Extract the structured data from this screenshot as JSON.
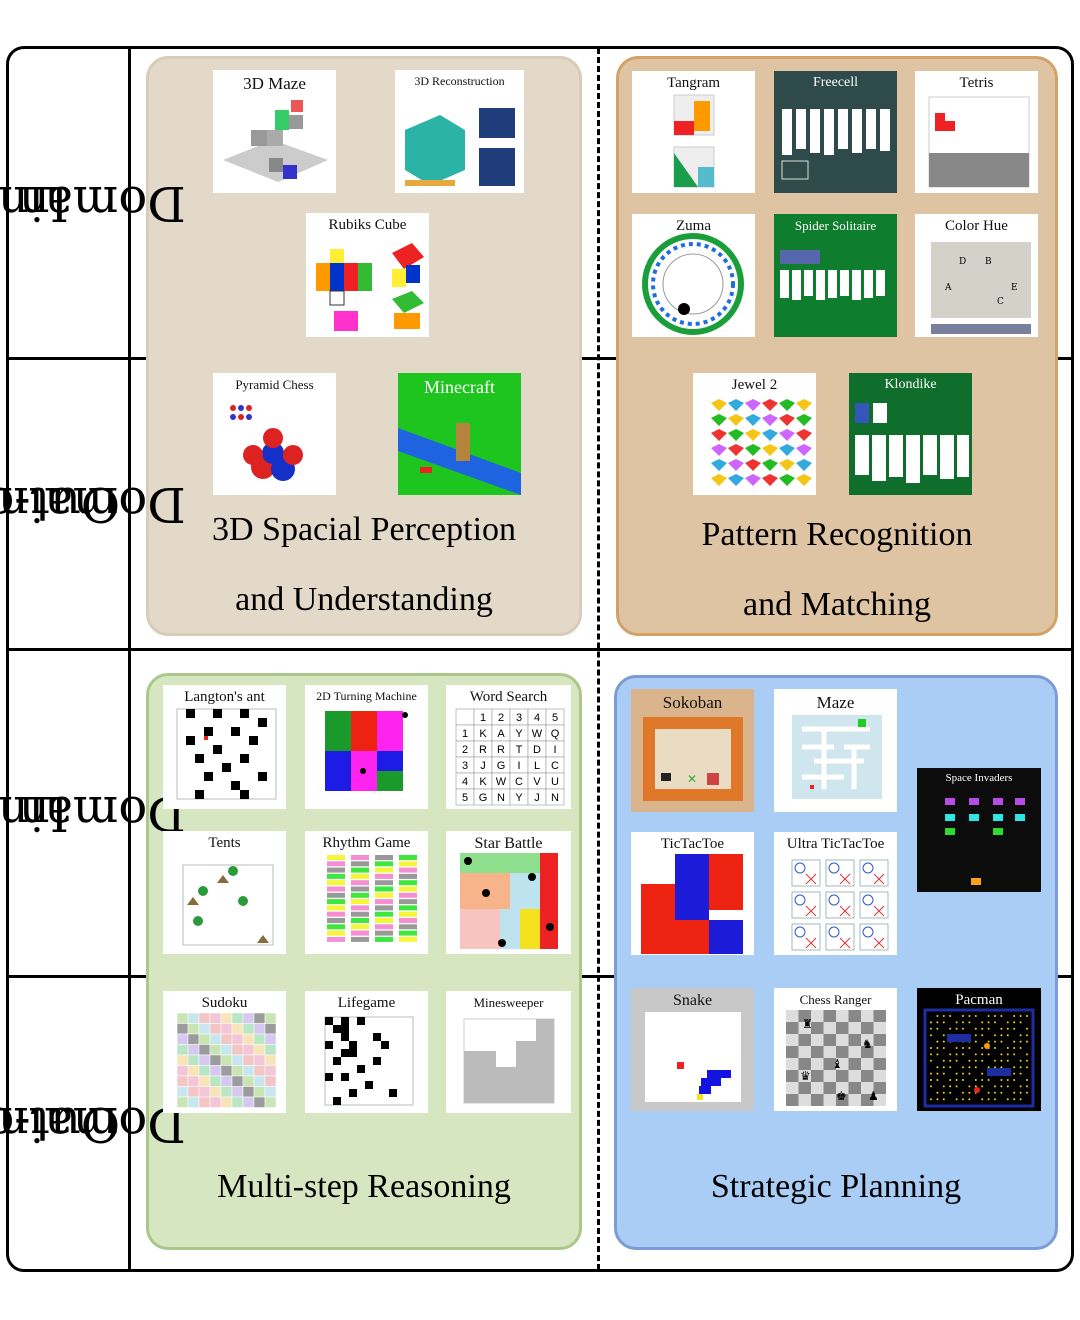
{
  "rows": [
    {
      "label_line1": "In",
      "label_line2": "Domain"
    },
    {
      "label_line1": "Out-of",
      "label_line2": "Domain"
    },
    {
      "label_line1": "In",
      "label_line2": "Domain"
    },
    {
      "label_line1": "Out-of",
      "label_line2": "Domain"
    }
  ],
  "regions": {
    "spatial": {
      "line1": "3D Spacial Perception",
      "line2": "and Understanding",
      "fill": "#e3d9c9",
      "border": "#d8ccb8"
    },
    "pattern": {
      "line1": "Pattern Recognition",
      "line2": "and Matching",
      "fill": "#dfc4a4",
      "border": "#d2a267"
    },
    "reasoning": {
      "line1": "Multi-step Reasoning",
      "fill": "#d6e6c1",
      "border": "#a9c88a"
    },
    "planning": {
      "line1": "Strategic Planning",
      "fill": "#a9cdf5",
      "border": "#7d9bd6"
    }
  },
  "games": {
    "maze3d": "3D Maze",
    "recon3d": "3D Reconstruction",
    "rubiks": "Rubiks Cube",
    "tangram": "Tangram",
    "freecell": "Freecell",
    "tetris": "Tetris",
    "zuma": "Zuma",
    "spider": "Spider Solitaire",
    "colorhue": "Color Hue",
    "pyramid": "Pyramid Chess",
    "minecraft": "Minecraft",
    "jewel": "Jewel 2",
    "klondike": "Klondike",
    "langton": "Langton's ant",
    "turing": "2D Turning Machine",
    "wordsearch": "Word Search",
    "tents": "Tents",
    "rhythm": "Rhythm Game",
    "starbattle": "Star Battle",
    "sokoban": "Sokoban",
    "maze": "Maze",
    "spaceinv": "Space Invaders",
    "tictactoe": "TicTacToe",
    "ultratic": "Ultra TicTacToe",
    "sudoku": "Sudoku",
    "lifegame": "Lifegame",
    "minesweeper": "Minesweeper",
    "snake": "Snake",
    "chess": "Chess Ranger",
    "pacman": "Pacman"
  },
  "word_search": {
    "header": [
      "",
      "1",
      "2",
      "3",
      "4",
      "5"
    ],
    "rows": [
      [
        "1",
        "K",
        "A",
        "Y",
        "W",
        "Q"
      ],
      [
        "2",
        "R",
        "R",
        "T",
        "D",
        "I"
      ],
      [
        "3",
        "J",
        "G",
        "I",
        "L",
        "C"
      ],
      [
        "4",
        "K",
        "W",
        "C",
        "V",
        "U"
      ],
      [
        "5",
        "G",
        "N",
        "Y",
        "J",
        "N"
      ]
    ]
  },
  "color_hue_letters": [
    "D",
    "B",
    "A",
    "E",
    "C"
  ]
}
